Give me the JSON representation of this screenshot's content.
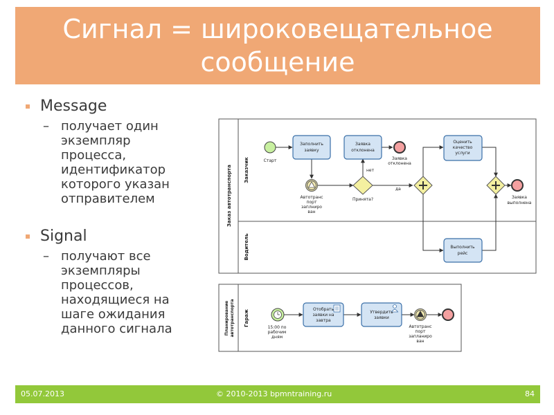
{
  "slide": {
    "title_line1": "Сигнал = широковещательное",
    "title_line2": "сообщение",
    "bullets": [
      {
        "label": "Message",
        "sub": [
          "получает один",
          "экземпляр",
          "процесса,",
          "идентификатор",
          "которого указан",
          "отправителем"
        ]
      },
      {
        "label": "Signal",
        "sub": [
          "получают все",
          "экземпляры",
          "процессов,",
          "находящиеся на",
          "шаге ожидания",
          "данного сигнала"
        ]
      }
    ]
  },
  "footer": {
    "date": "05.07.2013",
    "copyright": "© 2010-2013 bpmntraining.ru",
    "page": "84"
  },
  "diagram1": {
    "pool": "Заказ автотранспорта",
    "lane_customer": "Заказчик",
    "lane_driver": "Водитель",
    "start": "Старт",
    "task_fill": [
      "Заполнить",
      "заявку"
    ],
    "event_booked": [
      "Автотранс",
      "порт",
      "заплниро",
      "ван"
    ],
    "gateway_accepted": "Принята?",
    "flow_no": "нет",
    "flow_yes": "да",
    "task_rejected": [
      "Заявка",
      "отклонена"
    ],
    "end_rejected": [
      "Заявка",
      "отклонена"
    ],
    "task_evaluate": [
      "Оценить",
      "качество",
      "услуги"
    ],
    "task_trip": [
      "Выполнить",
      "рейс"
    ],
    "end_done": [
      "Заявка",
      "выполнена"
    ]
  },
  "diagram2": {
    "pool": [
      "Планирование",
      "автотранспорта"
    ],
    "lane": "Гараж",
    "timer": [
      "15:00 по",
      "рабочим",
      "дням"
    ],
    "task_select": [
      "Отобрать",
      "заявки на",
      "завтра"
    ],
    "task_approve": [
      "Утвердить",
      "заявки"
    ],
    "event_booked": [
      "Автотранс",
      "порт",
      "запланиро",
      "ван"
    ]
  },
  "colors": {
    "title_bg": "#f0a875",
    "footer_bg": "#92c83a",
    "task_fill": "#d4e4f4",
    "task_stroke": "#3a6fa8",
    "start_fill": "#c8f0a0",
    "end_fill": "#f4a0a0",
    "gateway_fill": "#f4f0a0"
  }
}
